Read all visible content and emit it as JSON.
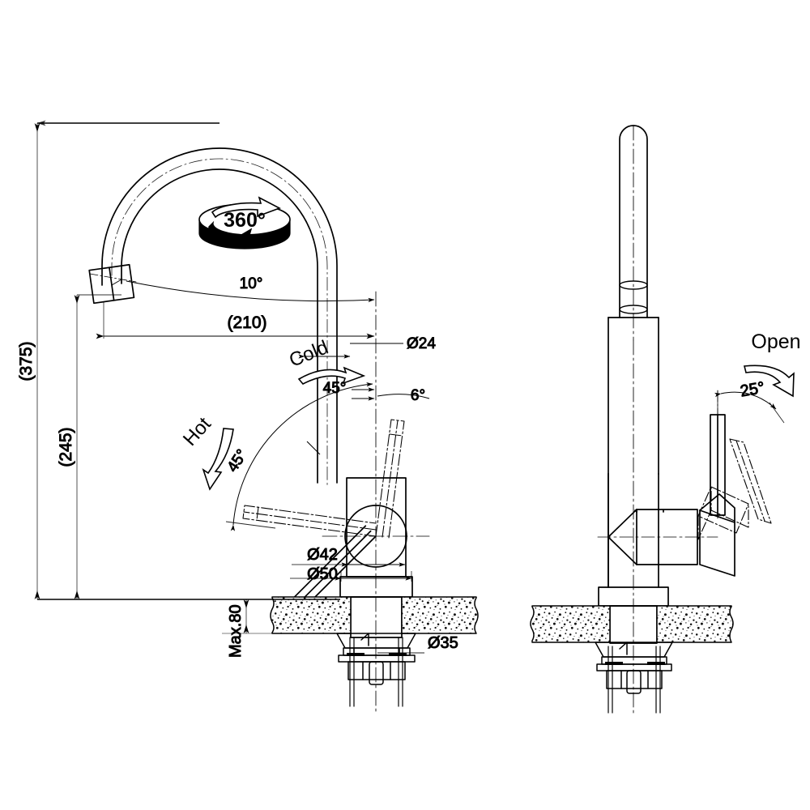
{
  "drawing": {
    "title": "Kitchen Mixer Tap Technical Dimension Drawing",
    "background_color": "#ffffff",
    "line_color": "#000000",
    "units": "mm"
  },
  "views": {
    "left": {
      "name": "side-view",
      "label": ""
    },
    "right": {
      "name": "front-view",
      "label": ""
    }
  },
  "labels": {
    "height_overall": "(375)",
    "height_spout": "(245)",
    "reach": "(210)",
    "spout_angle": "10°",
    "rotation": "360°",
    "degree_symbol": "°",
    "cold": "Cold",
    "hot": "Hot",
    "open": "Open",
    "handle_angle_cold": "45°",
    "handle_angle_hot": "45°",
    "handle_tilt": "6°",
    "open_angle": "25°",
    "dia_spout": "Ø24",
    "dia_body": "Ø42",
    "dia_base": "Ø50",
    "dia_hole": "Ø35",
    "max_thickness": "Max.80"
  },
  "dimensions": {
    "overall_height": 375,
    "spout_height": 245,
    "reach": 210,
    "spout_outlet_angle": 10,
    "rotation_range": 360,
    "lever_cold_angle": 45,
    "lever_hot_angle": 45,
    "lever_tilt_angle": 6,
    "lever_open_angle": 25,
    "spout_diameter": 24,
    "body_diameter": 42,
    "base_diameter": 50,
    "mounting_hole_diameter": 35,
    "max_counter_thickness": 80
  }
}
